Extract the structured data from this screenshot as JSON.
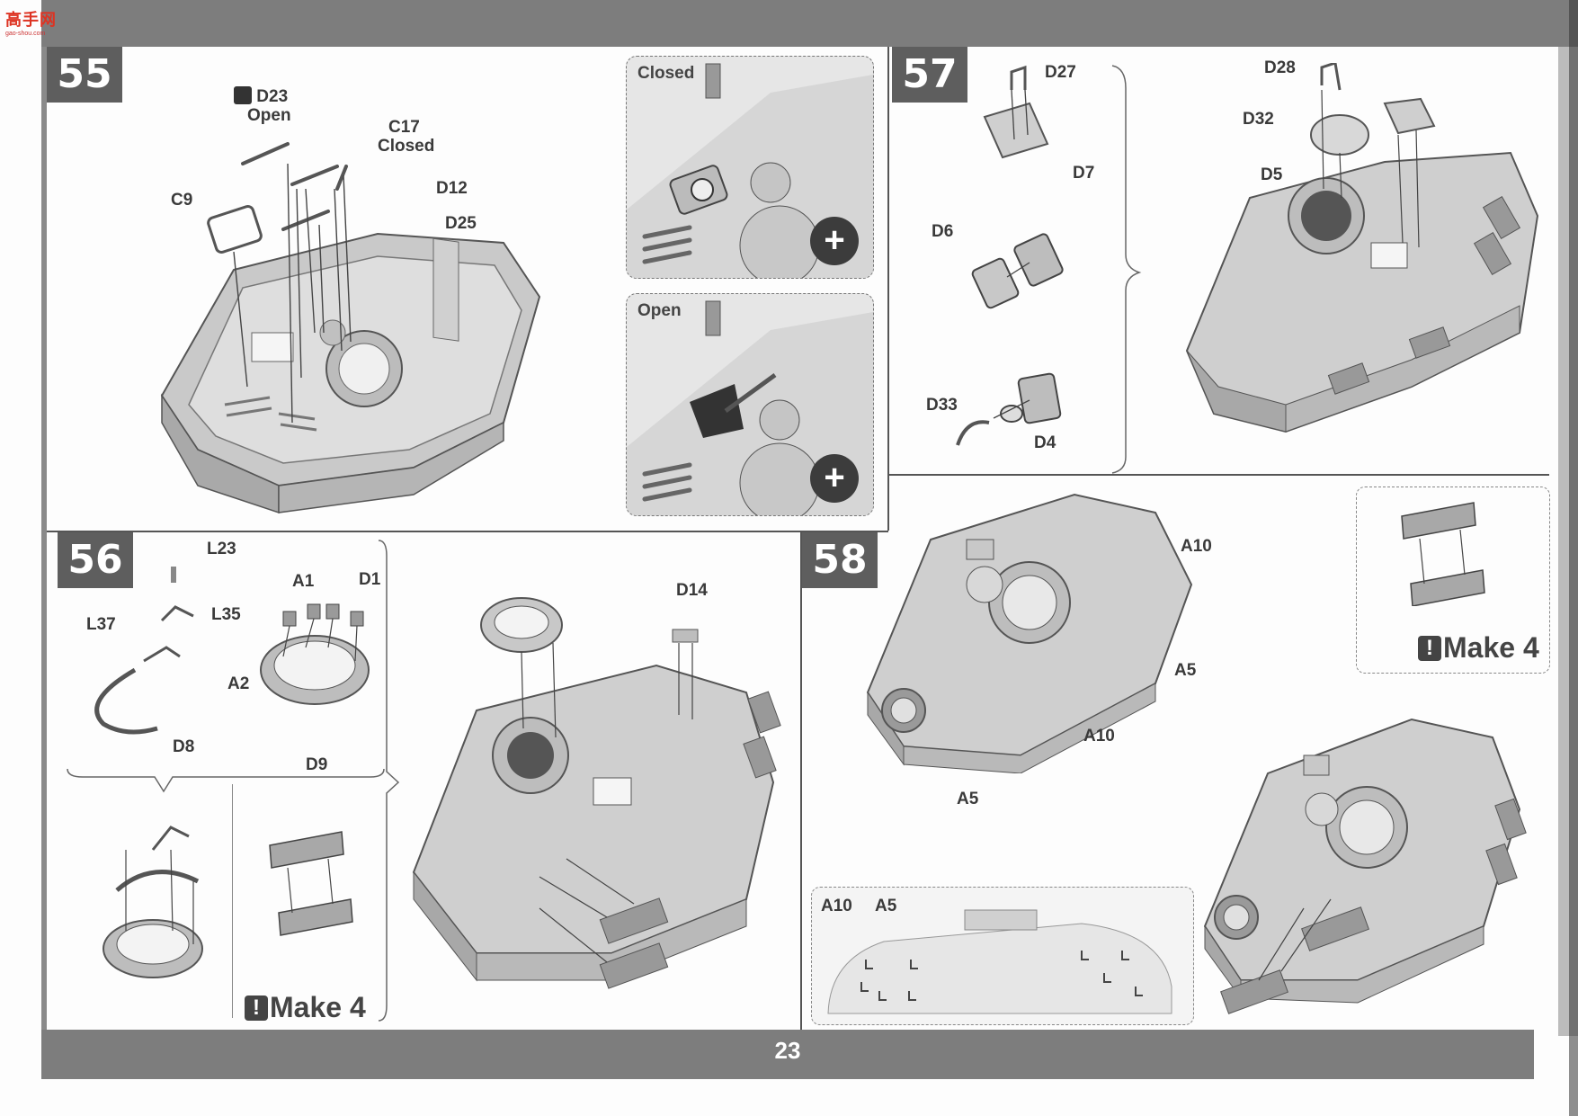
{
  "logo": {
    "main": "高手网",
    "sub": "gao-shou.com"
  },
  "page_number": "23",
  "steps": {
    "s55": {
      "number": "55",
      "labels": {
        "d23": "D23",
        "open": "Open",
        "c17": "C17",
        "closed": "Closed",
        "d12": "D12",
        "d25": "D25",
        "c9": "C9"
      },
      "inset_closed": "Closed",
      "inset_open": "Open"
    },
    "s56": {
      "number": "56",
      "labels": {
        "l23": "L23",
        "l35": "L35",
        "l37": "L37",
        "a1": "A1",
        "d1": "D1",
        "a2": "A2",
        "d8": "D8",
        "d9": "D9",
        "d14": "D14"
      },
      "make": "Make 4"
    },
    "s57": {
      "number": "57",
      "labels": {
        "d27": "D27",
        "d7": "D7",
        "d6": "D6",
        "d33": "D33",
        "d4": "D4",
        "d28": "D28",
        "d32": "D32",
        "d5": "D5"
      }
    },
    "s58": {
      "number": "58",
      "labels": {
        "a10_top": "A10",
        "a5_right": "A5",
        "a10_mid": "A10",
        "a5_bottom": "A5",
        "inset_a10": "A10",
        "inset_a5": "A5"
      },
      "make": "Make 4"
    }
  },
  "icons": [
    "zoom-in-icon",
    "warning-icon",
    "photo-etch-icon"
  ]
}
